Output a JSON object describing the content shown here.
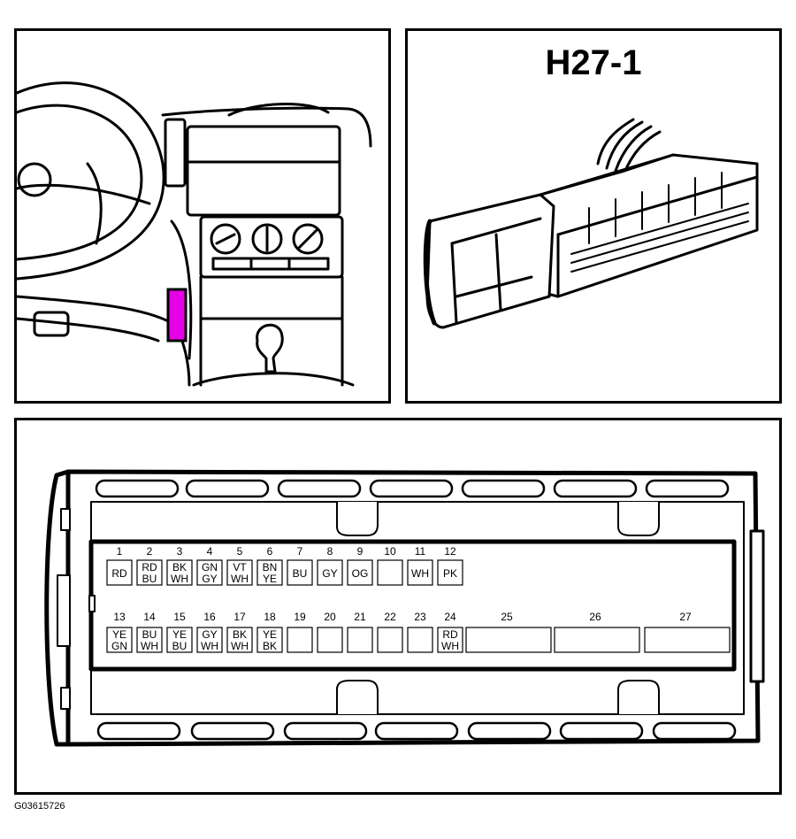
{
  "figure_id": "G03615726",
  "connector": {
    "title": "H27-1",
    "pins": [
      {
        "num": "1",
        "c1": "RD",
        "c2": ""
      },
      {
        "num": "2",
        "c1": "RD",
        "c2": "BU"
      },
      {
        "num": "3",
        "c1": "BK",
        "c2": "WH"
      },
      {
        "num": "4",
        "c1": "GN",
        "c2": "GY"
      },
      {
        "num": "5",
        "c1": "VT",
        "c2": "WH"
      },
      {
        "num": "6",
        "c1": "BN",
        "c2": "YE"
      },
      {
        "num": "7",
        "c1": "BU",
        "c2": ""
      },
      {
        "num": "8",
        "c1": "GY",
        "c2": ""
      },
      {
        "num": "9",
        "c1": "OG",
        "c2": ""
      },
      {
        "num": "10",
        "c1": "",
        "c2": ""
      },
      {
        "num": "11",
        "c1": "WH",
        "c2": ""
      },
      {
        "num": "12",
        "c1": "PK",
        "c2": ""
      },
      {
        "num": "13",
        "c1": "YE",
        "c2": "GN"
      },
      {
        "num": "14",
        "c1": "BU",
        "c2": "WH"
      },
      {
        "num": "15",
        "c1": "YE",
        "c2": "BU"
      },
      {
        "num": "16",
        "c1": "GY",
        "c2": "WH"
      },
      {
        "num": "17",
        "c1": "BK",
        "c2": "WH"
      },
      {
        "num": "18",
        "c1": "YE",
        "c2": "BK"
      },
      {
        "num": "19",
        "c1": "",
        "c2": ""
      },
      {
        "num": "20",
        "c1": "",
        "c2": ""
      },
      {
        "num": "21",
        "c1": "",
        "c2": ""
      },
      {
        "num": "22",
        "c1": "",
        "c2": ""
      },
      {
        "num": "23",
        "c1": "",
        "c2": ""
      },
      {
        "num": "24",
        "c1": "RD",
        "c2": "WH"
      },
      {
        "num": "25",
        "c1": "",
        "c2": ""
      },
      {
        "num": "26",
        "c1": "",
        "c2": ""
      },
      {
        "num": "27",
        "c1": "",
        "c2": ""
      }
    ]
  },
  "colors": {
    "location_highlight": "#e600e6",
    "line": "#000000"
  }
}
